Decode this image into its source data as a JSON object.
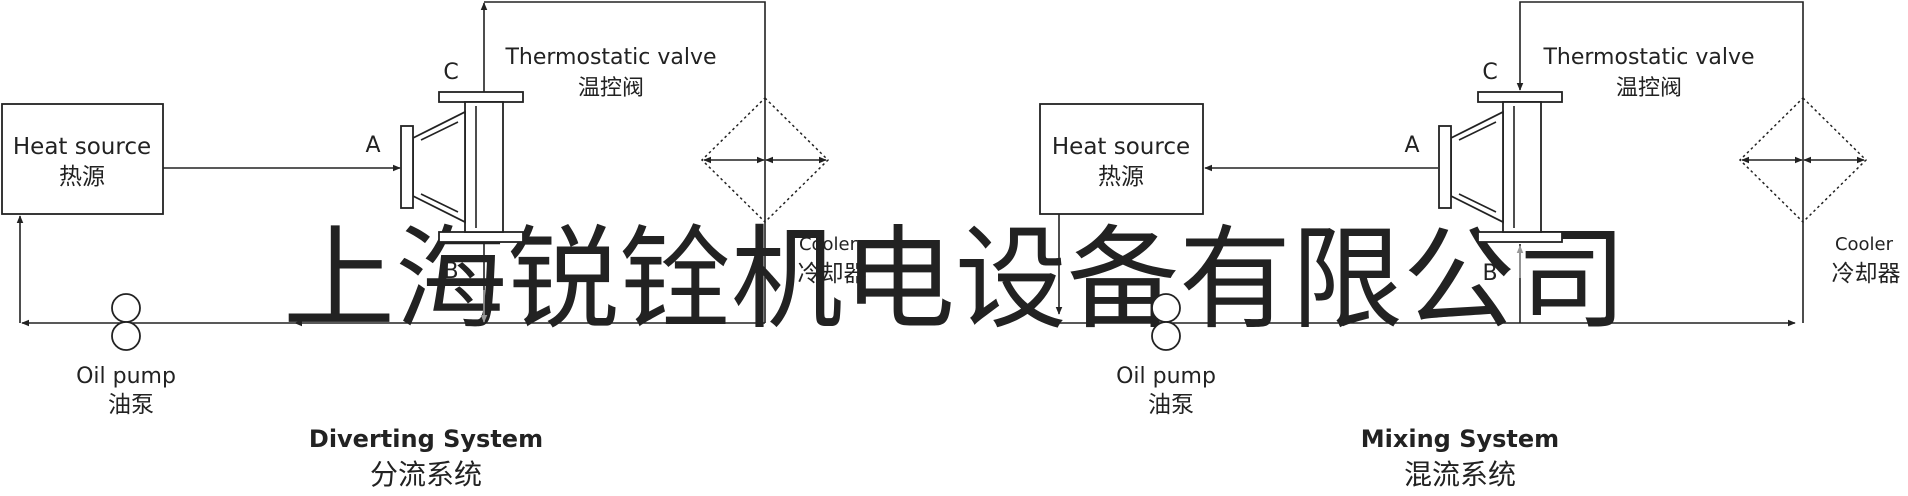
{
  "watermark": "上海锐铨机电设备有限公司",
  "diverting": {
    "heat_source_en": "Heat source",
    "heat_source_cn": "热源",
    "valve_en": "Thermostatic valve",
    "valve_cn": "温控阀",
    "port_a": "A",
    "port_b": "B",
    "port_c": "C",
    "cooler_en": "Cooler",
    "cooler_cn": "冷却器",
    "pump_en": "Oil pump",
    "pump_cn": "油泵",
    "title_en": "Diverting System",
    "title_cn": "分流系统"
  },
  "mixing": {
    "heat_source_en": "Heat source",
    "heat_source_cn": "热源",
    "valve_en": "Thermostatic valve",
    "valve_cn": "温控阀",
    "port_a": "A",
    "port_b": "B",
    "port_c": "C",
    "cooler_en": "Cooler",
    "cooler_cn": "冷却器",
    "pump_en": "Oil pump",
    "pump_cn": "油泵",
    "title_en": "Mixing System",
    "title_cn": "混流系统"
  },
  "colors": {
    "line": "#222222",
    "watermark": "#e6e6e6",
    "flow_hint": "#999999"
  }
}
